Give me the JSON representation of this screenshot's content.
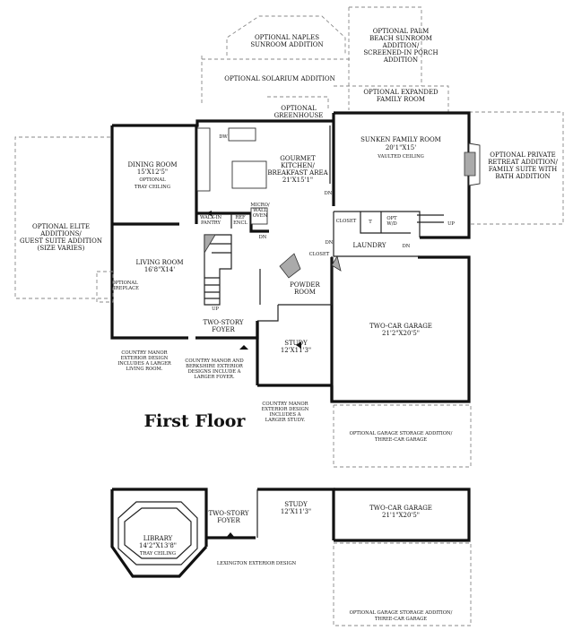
{
  "title": "First Floor",
  "rooms": {
    "naples": "OPTIONAL NAPLES|SUNROOM ADDITION",
    "palm": "OPTIONAL PALM|BEACH SUNROOM|ADDITION/|SCREENED-IN PORCH|ADDITION",
    "solarium": "OPTIONAL SOLARIUM ADDITION",
    "greenhouse": "OPTIONAL|GREENHOUSE",
    "expanded_family": "OPTIONAL EXPANDED|FAMILY ROOM",
    "dining": "DINING ROOM|15'X12'5\"|OPTIONAL|TRAY CEILING",
    "kitchen": "GOURMET|KITCHEN/|BREAKFAST AREA|21'X15'1\"",
    "family": "SUNKEN FAMILY ROOM|20'1\"X15'|VAULTED CEILING",
    "retreat": "OPTIONAL PRIVATE|RETREAT ADDITION/|FAMILY SUITE WITH|BATH ADDITION",
    "elite": "OPTIONAL ELITE|ADDITIONS/|GUEST SUITE ADDITION|(SIZE VARIES)",
    "living": "LIVING ROOM|16'8\"X14'",
    "fireplace_opt": "OPTIONAL|FIREPLACE",
    "walkin": "WALK-IN|PANTRY",
    "ref": "REF|ENCL",
    "micro": "MICRO/|WALL|OVEN",
    "closet1": "CLOSET",
    "closet2": "CLOSET",
    "optwd": "OPT|W/D",
    "t": "T",
    "laundry": "LAUNDRY",
    "powder": "POWDER|ROOM",
    "foyer": "TWO-STORY|FOYER",
    "study": "STUDY|12'X11'3\"",
    "garage": "TWO-CAR GARAGE|21'2\"X20'5\"",
    "garage_storage": "OPTIONAL GARAGE STORAGE ADDITION/|THREE-CAR GARAGE",
    "note_living": "COUNTRY MANOR|EXTERIOR DESIGN|INCLUDES A LARGER|LIVING ROOM.",
    "note_foyer": "COUNTRY MANOR AND|BERKSHIRE EXTERIOR|DESIGNS INCLUDE A|LARGER FOYER.",
    "note_study": "COUNTRY MANOR|EXTERIOR DESIGN|INCLUDES A|LARGER STUDY.",
    "dw": "DW",
    "dn1": "DN",
    "dn2": "DN",
    "dn3": "DN",
    "dn4": "DN",
    "up1": "UP",
    "up2": "UP"
  },
  "alt": {
    "library": "LIBRARY|14'2\"X13'8\"|TRAY CEILING",
    "foyer": "TWO-STORY|FOYER",
    "study": "STUDY|12'X11'3\"",
    "garage": "TWO-CAR GARAGE|21'1\"X20'5\"",
    "lexington": "LEXINGTON EXTERIOR DESIGN",
    "garage_storage": "OPTIONAL GARAGE STORAGE ADDITION/|THREE-CAR GARAGE"
  }
}
